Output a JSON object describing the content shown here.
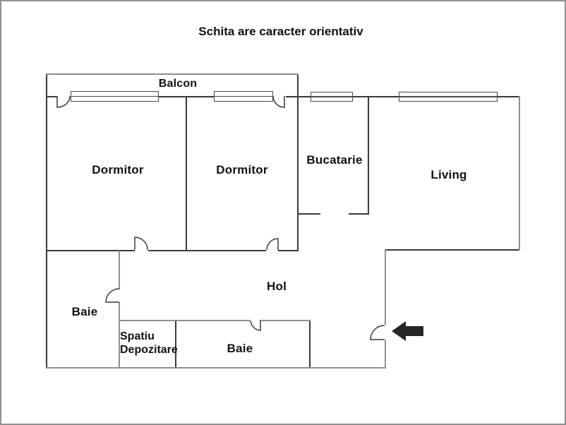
{
  "title": "Schita are caracter orientativ",
  "rooms": {
    "balcon": {
      "label": "Balcon"
    },
    "dormitor_left": {
      "label": "Dormitor"
    },
    "dormitor_right": {
      "label": "Dormitor"
    },
    "bucatarie": {
      "label": "Bucatarie"
    },
    "living": {
      "label": "Living"
    },
    "hol": {
      "label": "Hol"
    },
    "baie_left": {
      "label": "Baie"
    },
    "spatiu_depozitare": {
      "label_line1": "Spatiu",
      "label_line2": "Depozitare"
    },
    "baie_bottom": {
      "label": "Baie"
    }
  },
  "icons": {
    "entrance_arrow": "left-arrow-icon"
  },
  "colors": {
    "wall_dark": "#3a3a3a",
    "wall_gray": "#8f8f8f",
    "text": "#111111",
    "arrow": "#262626",
    "background": "#ffffff",
    "frame": "#909090"
  }
}
